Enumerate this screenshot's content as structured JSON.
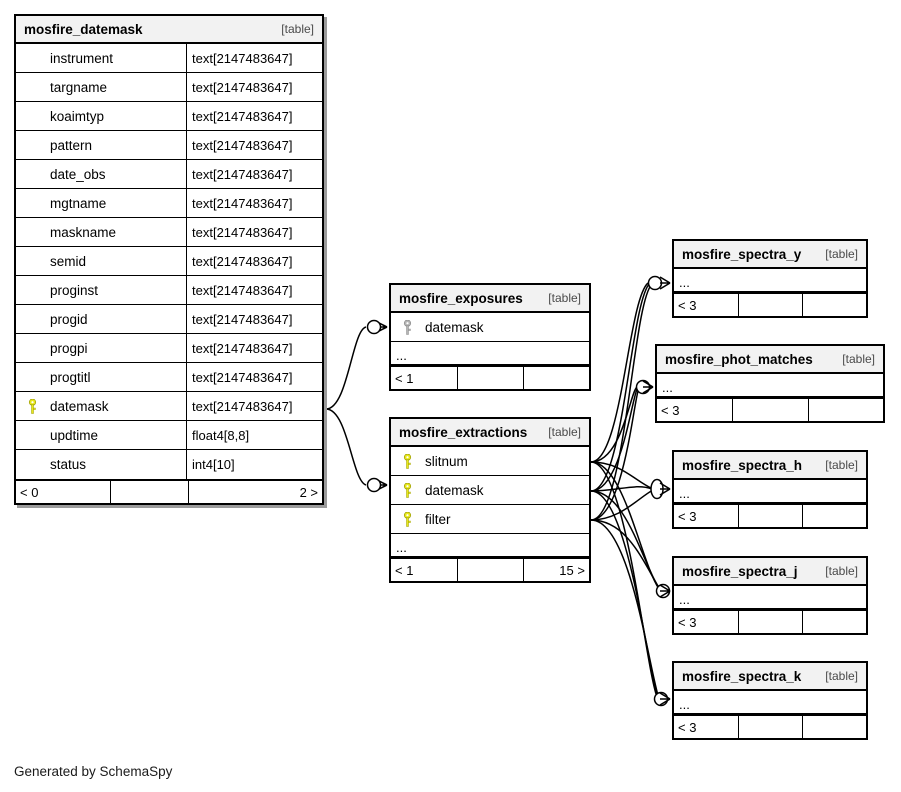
{
  "diagram": {
    "tool": "SchemaSpy",
    "credit": "Generated by SchemaSpy",
    "type_tag": "[table]",
    "ellipsis": "...",
    "colors": {
      "primary_key": "#e8e81c",
      "foreign_key": "#b0b0b0",
      "header_bg": "#f2f2f2",
      "border": "#000000",
      "background": "#ffffff"
    }
  },
  "tables": {
    "datemask": {
      "name": "mosfire_datemask",
      "type": "[table]",
      "columns": [
        {
          "name": "instrument",
          "type": "text[2147483647]",
          "key": "none"
        },
        {
          "name": "targname",
          "type": "text[2147483647]",
          "key": "none"
        },
        {
          "name": "koaimtyp",
          "type": "text[2147483647]",
          "key": "none"
        },
        {
          "name": "pattern",
          "type": "text[2147483647]",
          "key": "none"
        },
        {
          "name": "date_obs",
          "type": "text[2147483647]",
          "key": "none"
        },
        {
          "name": "mgtname",
          "type": "text[2147483647]",
          "key": "none"
        },
        {
          "name": "maskname",
          "type": "text[2147483647]",
          "key": "none"
        },
        {
          "name": "semid",
          "type": "text[2147483647]",
          "key": "none"
        },
        {
          "name": "proginst",
          "type": "text[2147483647]",
          "key": "none"
        },
        {
          "name": "progid",
          "type": "text[2147483647]",
          "key": "none"
        },
        {
          "name": "progpi",
          "type": "text[2147483647]",
          "key": "none"
        },
        {
          "name": "progtitl",
          "type": "text[2147483647]",
          "key": "none"
        },
        {
          "name": "datemask",
          "type": "text[2147483647]",
          "key": "primary"
        },
        {
          "name": "updtime",
          "type": "float4[8,8]",
          "key": "none"
        },
        {
          "name": "status",
          "type": "int4[10]",
          "key": "none"
        }
      ],
      "footer": {
        "left": "< 0",
        "middle": "",
        "right": "2 >"
      }
    },
    "exposures": {
      "name": "mosfire_exposures",
      "type": "[table]",
      "columns": [
        {
          "name": "datemask",
          "type": "",
          "key": "foreign"
        }
      ],
      "footer": {
        "left": "< 1",
        "middle": "",
        "right": ""
      }
    },
    "extractions": {
      "name": "mosfire_extractions",
      "type": "[table]",
      "columns": [
        {
          "name": "slitnum",
          "type": "",
          "key": "primary"
        },
        {
          "name": "datemask",
          "type": "",
          "key": "primary"
        },
        {
          "name": "filter",
          "type": "",
          "key": "primary"
        }
      ],
      "footer": {
        "left": "< 1",
        "middle": "",
        "right": "15 >"
      }
    },
    "spectra_y": {
      "name": "mosfire_spectra_y",
      "type": "[table]",
      "footer": {
        "left": "< 3",
        "middle": "",
        "right": ""
      }
    },
    "phot_matches": {
      "name": "mosfire_phot_matches",
      "type": "[table]",
      "footer": {
        "left": "< 3",
        "middle": "",
        "right": ""
      }
    },
    "spectra_h": {
      "name": "mosfire_spectra_h",
      "type": "[table]",
      "footer": {
        "left": "< 3",
        "middle": "",
        "right": ""
      }
    },
    "spectra_j": {
      "name": "mosfire_spectra_j",
      "type": "[table]",
      "footer": {
        "left": "< 3",
        "middle": "",
        "right": ""
      }
    },
    "spectra_k": {
      "name": "mosfire_spectra_k",
      "type": "[table]",
      "footer": {
        "left": "< 3",
        "middle": "",
        "right": ""
      }
    }
  },
  "relationships": [
    {
      "from": "mosfire_datemask.datemask",
      "to": "mosfire_exposures.datemask"
    },
    {
      "from": "mosfire_datemask.datemask",
      "to": "mosfire_extractions.datemask"
    },
    {
      "from": "mosfire_extractions.slitnum",
      "to": "mosfire_spectra_y"
    },
    {
      "from": "mosfire_extractions.slitnum",
      "to": "mosfire_phot_matches"
    },
    {
      "from": "mosfire_extractions.slitnum",
      "to": "mosfire_spectra_h"
    },
    {
      "from": "mosfire_extractions.slitnum",
      "to": "mosfire_spectra_j"
    },
    {
      "from": "mosfire_extractions.slitnum",
      "to": "mosfire_spectra_k"
    },
    {
      "from": "mosfire_extractions.datemask",
      "to": "mosfire_spectra_y"
    },
    {
      "from": "mosfire_extractions.datemask",
      "to": "mosfire_phot_matches"
    },
    {
      "from": "mosfire_extractions.datemask",
      "to": "mosfire_spectra_h"
    },
    {
      "from": "mosfire_extractions.datemask",
      "to": "mosfire_spectra_j"
    },
    {
      "from": "mosfire_extractions.datemask",
      "to": "mosfire_spectra_k"
    },
    {
      "from": "mosfire_extractions.filter",
      "to": "mosfire_spectra_y"
    },
    {
      "from": "mosfire_extractions.filter",
      "to": "mosfire_phot_matches"
    },
    {
      "from": "mosfire_extractions.filter",
      "to": "mosfire_spectra_h"
    },
    {
      "from": "mosfire_extractions.filter",
      "to": "mosfire_spectra_j"
    },
    {
      "from": "mosfire_extractions.filter",
      "to": "mosfire_spectra_k"
    }
  ]
}
